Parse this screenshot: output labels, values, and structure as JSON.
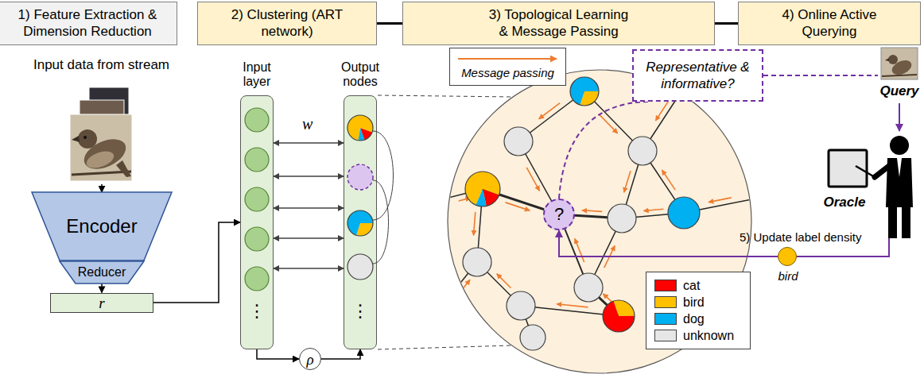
{
  "diagram": {
    "nodes": [
      {
        "text": [
          "1) Feature Extraction & Dimension Reduction"
        ]
      },
      {
        "text": [
          "2) Clustering (ART network)"
        ]
      },
      {
        "text": [
          "3) Topological Learning & Message Passing"
        ]
      },
      {
        "text": [
          "4) Online Active Querying"
        ]
      },
      {
        "text": [
          "Input data from stream"
        ]
      },
      {
        "text": [
          "Encoder"
        ]
      },
      {
        "text": [
          "Reducer"
        ]
      },
      {
        "text": [
          "r"
        ]
      },
      {
        "text": [
          "Input layer",
          "⋮"
        ]
      },
      {
        "text": [
          "Output nodes",
          "⋮"
        ]
      },
      {
        "text": [
          "ρ"
        ]
      },
      {
        "text": [
          "Message passing"
        ]
      },
      {
        "text": [
          "Representative & informative?"
        ]
      },
      {
        "text": [
          "?"
        ]
      },
      {
        "text": [
          "Query"
        ]
      },
      {
        "text": [
          "Oracle"
        ]
      },
      {
        "text": [
          "bird"
        ]
      }
    ],
    "edges": [
      {
        "from": 1,
        "to": 2,
        "arrow": "none"
      },
      {
        "from": 2,
        "to": 3,
        "arrow": "none"
      },
      {
        "from": 4,
        "to": 5,
        "arrow": "to"
      },
      {
        "from": 6,
        "to": 7,
        "arrow": "to"
      },
      {
        "from": 7,
        "to": 8,
        "arrow": "to"
      },
      {
        "from": 8,
        "to": 9,
        "arrow": "both"
      },
      {
        "from": 8,
        "to": 9,
        "arrow": "both"
      },
      {
        "from": 8,
        "to": 9,
        "arrow": "both"
      },
      {
        "from": 8,
        "to": 9,
        "arrow": "both"
      },
      {
        "from": 8,
        "to": 9,
        "arrow": "both"
      },
      {
        "from": 8,
        "to": 10,
        "arrow": "to"
      },
      {
        "from": 10,
        "to": 9,
        "arrow": "to"
      },
      {
        "from": 13,
        "to": 12,
        "arrow": "none"
      },
      {
        "from": 12,
        "to": 14,
        "arrow": "none"
      },
      {
        "from": 14,
        "to": 15,
        "arrow": "to"
      },
      {
        "from": 15,
        "to": 16,
        "label": "5) Update label density",
        "arrow": "none"
      },
      {
        "from": 16,
        "to": 13,
        "arrow": "to"
      }
    ],
    "labels": [
      "w"
    ],
    "legend": [
      {
        "text": "cat",
        "color": "#ff0000"
      },
      {
        "text": "bird",
        "color": "#ffc000"
      },
      {
        "text": "dog",
        "color": "#00b0f0"
      },
      {
        "text": "unknown",
        "color": "#e7e6e6"
      }
    ]
  }
}
